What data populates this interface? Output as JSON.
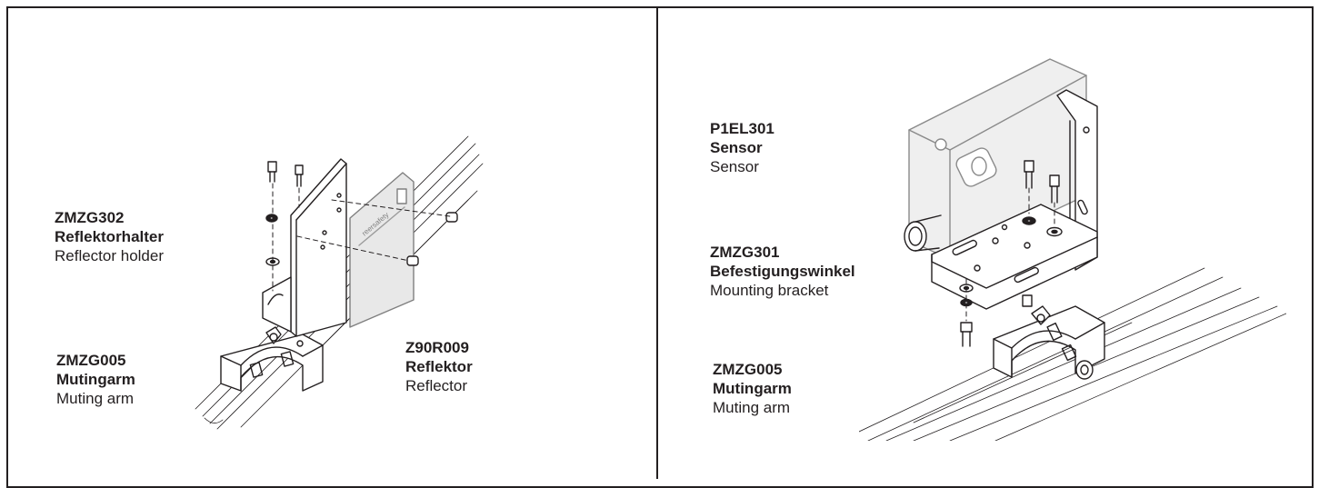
{
  "left_panel": {
    "reflector_holder": {
      "code": "ZMZG302",
      "name_de": "Reflektorhalter",
      "name_en": "Reflector holder"
    },
    "reflector": {
      "code": "Z90R009",
      "name_de": "Reflektor",
      "name_en": "Reflector"
    },
    "muting_arm": {
      "code": "ZMZG005",
      "name_de": "Mutingarm",
      "name_en": "Muting arm"
    },
    "reflector_logo_text": "reersafety"
  },
  "right_panel": {
    "sensor": {
      "code": "P1EL301",
      "name_de": "Sensor",
      "name_en": "Sensor"
    },
    "mounting_bracket": {
      "code": "ZMZG301",
      "name_de": "Befestigungswinkel",
      "name_en": "Mounting bracket"
    },
    "muting_arm": {
      "code": "ZMZG005",
      "name_de": "Mutingarm",
      "name_en": "Muting arm"
    }
  },
  "colors": {
    "line": "#231f20",
    "light_part": "#e8e8e8",
    "background": "#ffffff"
  }
}
